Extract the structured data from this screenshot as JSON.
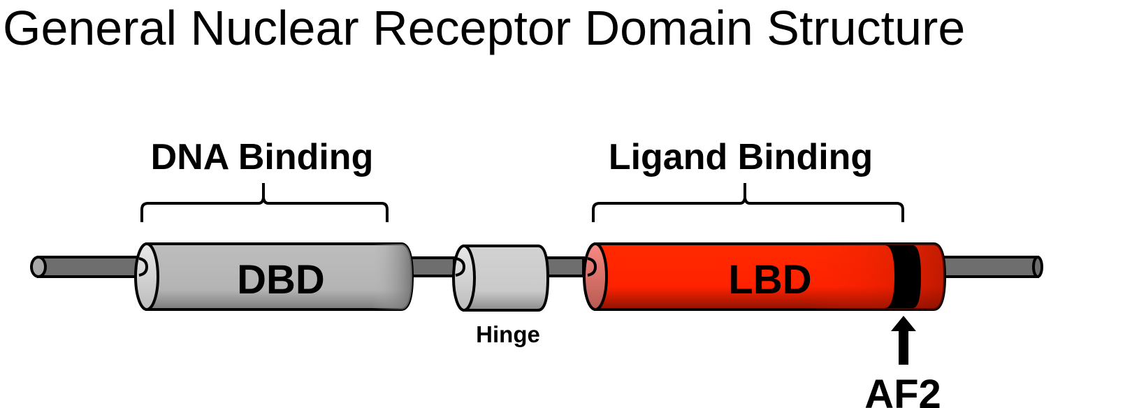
{
  "title": "General Nuclear Receptor Domain Structure",
  "regions": {
    "dna_binding": "DNA Binding",
    "ligand_binding": "Ligand Binding"
  },
  "domains": {
    "dbd": "DBD",
    "hinge": "Hinge",
    "lbd": "LBD"
  },
  "annotations": {
    "af2": "AF2"
  },
  "colors": {
    "dbd_fill": "#b4b4b4",
    "hinge_fill": "#cccccc",
    "lbd_fill": "#ff2200",
    "lbd_cap": "#f47a72",
    "backbone": "#6e6e6e",
    "af2_band": "#000000"
  }
}
